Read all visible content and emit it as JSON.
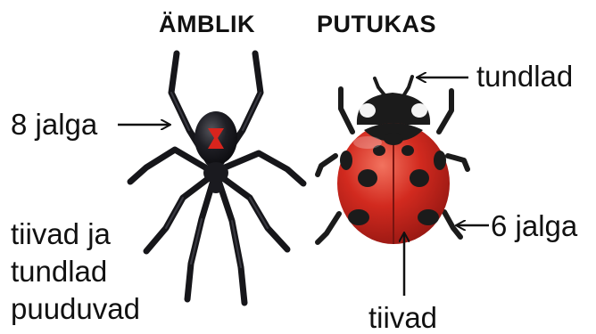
{
  "headings": {
    "spider": "ÄMBLIK",
    "ladybug": "PUTUKAS"
  },
  "labels": {
    "spider_legs": "8 jalga",
    "spider_no_wings": [
      "tiivad ja",
      "tundlad",
      "puuduvad"
    ],
    "ladybug_antennae": "tundlad",
    "ladybug_legs": "6 jalga",
    "ladybug_wings": "tiivad"
  },
  "colors": {
    "spider_body": "#1a1a1f",
    "spider_mark": "#d8241d",
    "ladybug_shell": "#d22a1f",
    "ladybug_spots": "#1b1b1b"
  }
}
